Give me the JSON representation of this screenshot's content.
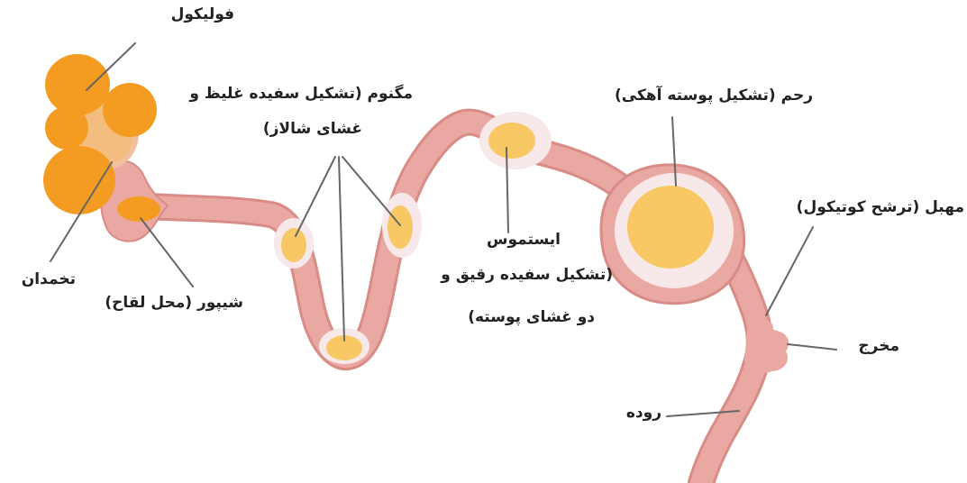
{
  "colors": {
    "tract_fill": "#eaa8a2",
    "tract_edge": "#d98b86",
    "egg_white": "#f7e8ea",
    "yolk": "#f8c865",
    "follicle": "#f39c21",
    "follicle_light": "#f6b64c",
    "ovary_tissue": "#f2c09c",
    "leader_line": "#666666",
    "text": "#222222"
  },
  "labels": {
    "follicle": "فولیکول",
    "ovary": "تخمدان",
    "infundibulum": "شیپور (محل لقاح)",
    "magnum_line1": "مگنوم (تشکیل سفیده غلیظ و",
    "magnum_line2": "غشای شالاز)",
    "isthmus_line1": "ایستموس",
    "isthmus_line2": "(تشکیل سفیده رقیق و",
    "isthmus_line3": "دو غشای پوسته)",
    "uterus": "رحم (تشکیل پوسته آهکی)",
    "vagina": "مهبل (ترشح کوتیکول)",
    "cloaca": "مخرج",
    "intestine": "روده"
  }
}
